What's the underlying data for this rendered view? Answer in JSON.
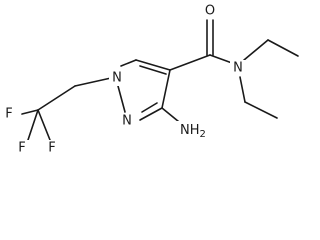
{
  "structure": {
    "atoms": {
      "O": "O",
      "N_amide": "N",
      "N1": "N",
      "N2": "N",
      "NH2": "NH",
      "NH2_sub": "2",
      "F1": "F",
      "F2": "F",
      "F3": "F"
    }
  }
}
